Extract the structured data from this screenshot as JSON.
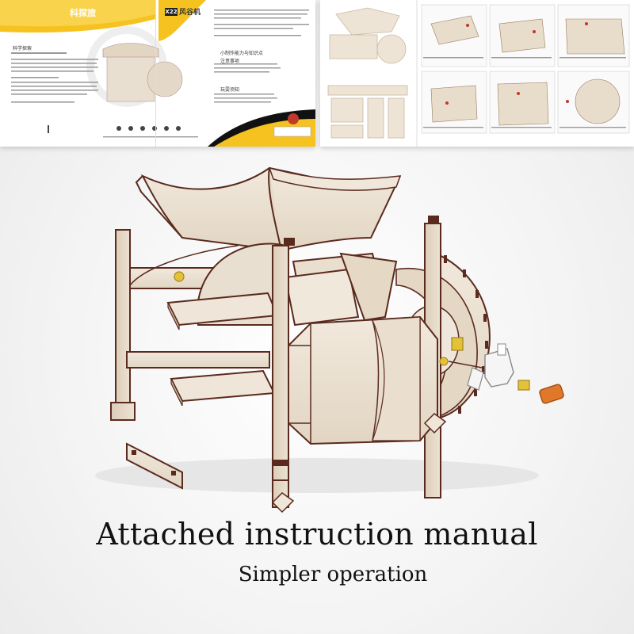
{
  "manual": {
    "brand": "科探旅",
    "model_code": "X22",
    "model_name": "风谷机",
    "left_sections": [
      "科学探索"
    ],
    "right_sections": [
      "小制作能力与知识点",
      "注意事项",
      "玩耍须知"
    ]
  },
  "caption": {
    "main": "Attached instruction manual",
    "sub": "Simpler operation"
  },
  "colors": {
    "wood": "#ece3d6",
    "wood_shadow": "#d9ccba",
    "edge": "#5a2a1e",
    "banner": "#f6c21f",
    "peg_yellow": "#e3c23a",
    "gear_orange": "#e0782a",
    "crank_white": "#f5f5f5"
  }
}
